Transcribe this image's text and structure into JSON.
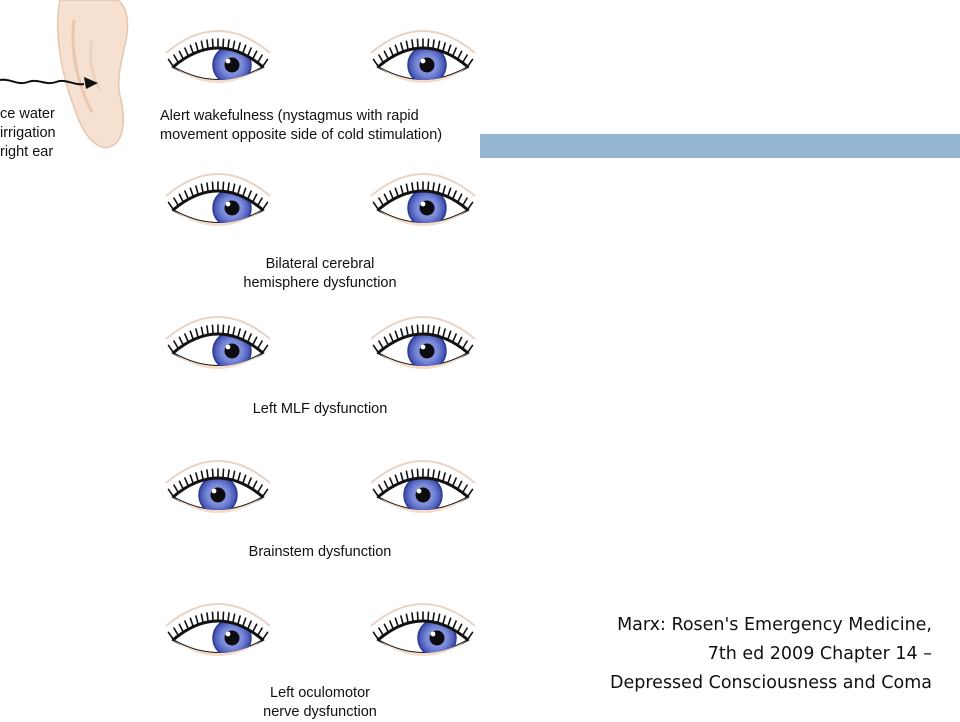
{
  "colors": {
    "accent_bar": "#94B6D2",
    "iris": "#6f7fd0",
    "iris_ring": "#2c3a96",
    "pupil": "#0c0c10",
    "skin": "#f4dcc8"
  },
  "ear_label": {
    "line1": "ce water",
    "line2": "irrigation",
    "line3": "right ear"
  },
  "findings": [
    {
      "line1": "Alert wakefulness (nystagmus with rapid",
      "line2": "movement opposite side of cold stimulation)"
    },
    {
      "line1": "Bilateral cerebral",
      "line2": "hemisphere dysfunction"
    },
    {
      "line1": "Left MLF dysfunction",
      "line2": ""
    },
    {
      "line1": "Brainstem dysfunction",
      "line2": ""
    },
    {
      "line1": "Left oculomotor",
      "line2": "nerve dysfunction"
    }
  ],
  "eye_gaze": [
    {
      "left": 0.35,
      "right": 0.1
    },
    {
      "left": 0.35,
      "right": 0.1
    },
    {
      "left": 0.35,
      "right": 0.1
    },
    {
      "left": 0.0,
      "right": 0.0
    },
    {
      "left": 0.35,
      "right": 0.35
    }
  ],
  "citation": {
    "line1": "Marx: Rosen's Emergency Medicine,",
    "line2": "7th ed 2009    Chapter 14 –",
    "line3": "Depressed Consciousness and Coma"
  }
}
